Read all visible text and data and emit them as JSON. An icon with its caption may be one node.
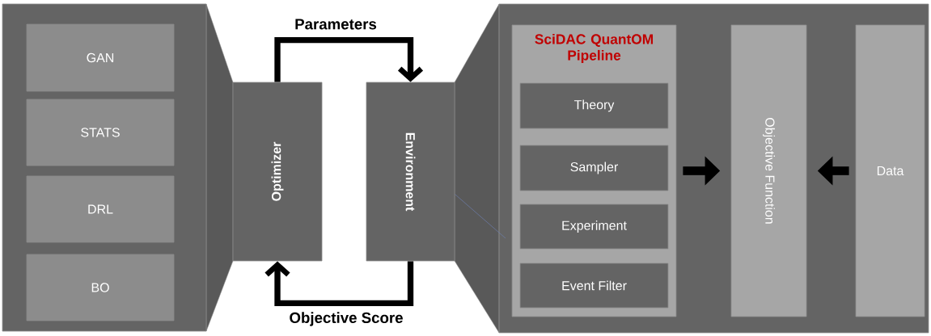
{
  "diagram": {
    "nodes": [
      {
        "text": [],
        "shape": "box"
      },
      {
        "text": [
          "GAN"
        ],
        "in": 0
      },
      {
        "text": [
          "STATS"
        ],
        "in": 0
      },
      {
        "text": [
          "DRL"
        ],
        "in": 0
      },
      {
        "text": [
          "BO"
        ],
        "in": 0
      },
      {
        "text": [
          "Optimizer"
        ]
      },
      {
        "text": [
          "Environment"
        ]
      },
      {
        "text": [],
        "shape": "box"
      },
      {
        "text": [
          "SciDAC QuantOM Pipeline"
        ],
        "in": 7
      },
      {
        "text": [
          "Theory"
        ],
        "in": 8
      },
      {
        "text": [
          "Sampler"
        ],
        "in": 8
      },
      {
        "text": [
          "Experiment"
        ],
        "in": 8
      },
      {
        "text": [
          "Event Filter"
        ],
        "in": 8
      },
      {
        "text": [
          "Objective Function"
        ],
        "in": 7
      },
      {
        "text": [
          "Data"
        ],
        "in": 7
      }
    ],
    "edges": [
      {
        "from": 5,
        "to": 6,
        "arrow": "to",
        "label": "Parameters"
      },
      {
        "from": 6,
        "to": 5,
        "arrow": "to",
        "label": "Objective Score"
      },
      {
        "from": 8,
        "to": 13,
        "arrow": "to"
      },
      {
        "from": 14,
        "to": 13,
        "arrow": "to"
      },
      {
        "from": 6,
        "to": null,
        "arrow": "none",
        "color": "#7080b0"
      }
    ]
  }
}
